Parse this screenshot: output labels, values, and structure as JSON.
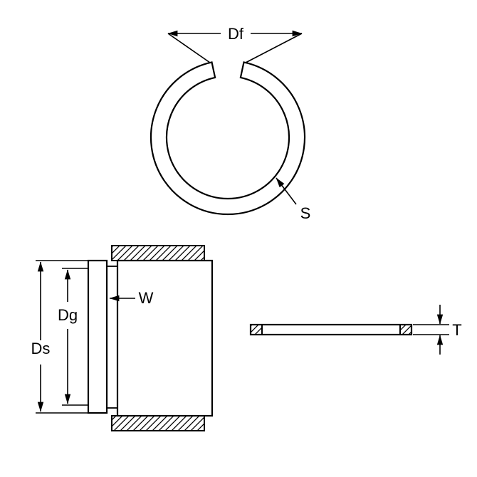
{
  "diagram": {
    "type": "technical-drawing",
    "subject": "snap ring (retaining ring) dimensional drawing with front view, installed side view and cross-section",
    "labels": {
      "free_diameter": "Df",
      "section": "S",
      "groove_diameter": "Dg",
      "shaft_diameter": "Ds",
      "radial_width": "W",
      "thickness": "T"
    },
    "colors": {
      "line": "#000000",
      "background": "#ffffff"
    }
  }
}
